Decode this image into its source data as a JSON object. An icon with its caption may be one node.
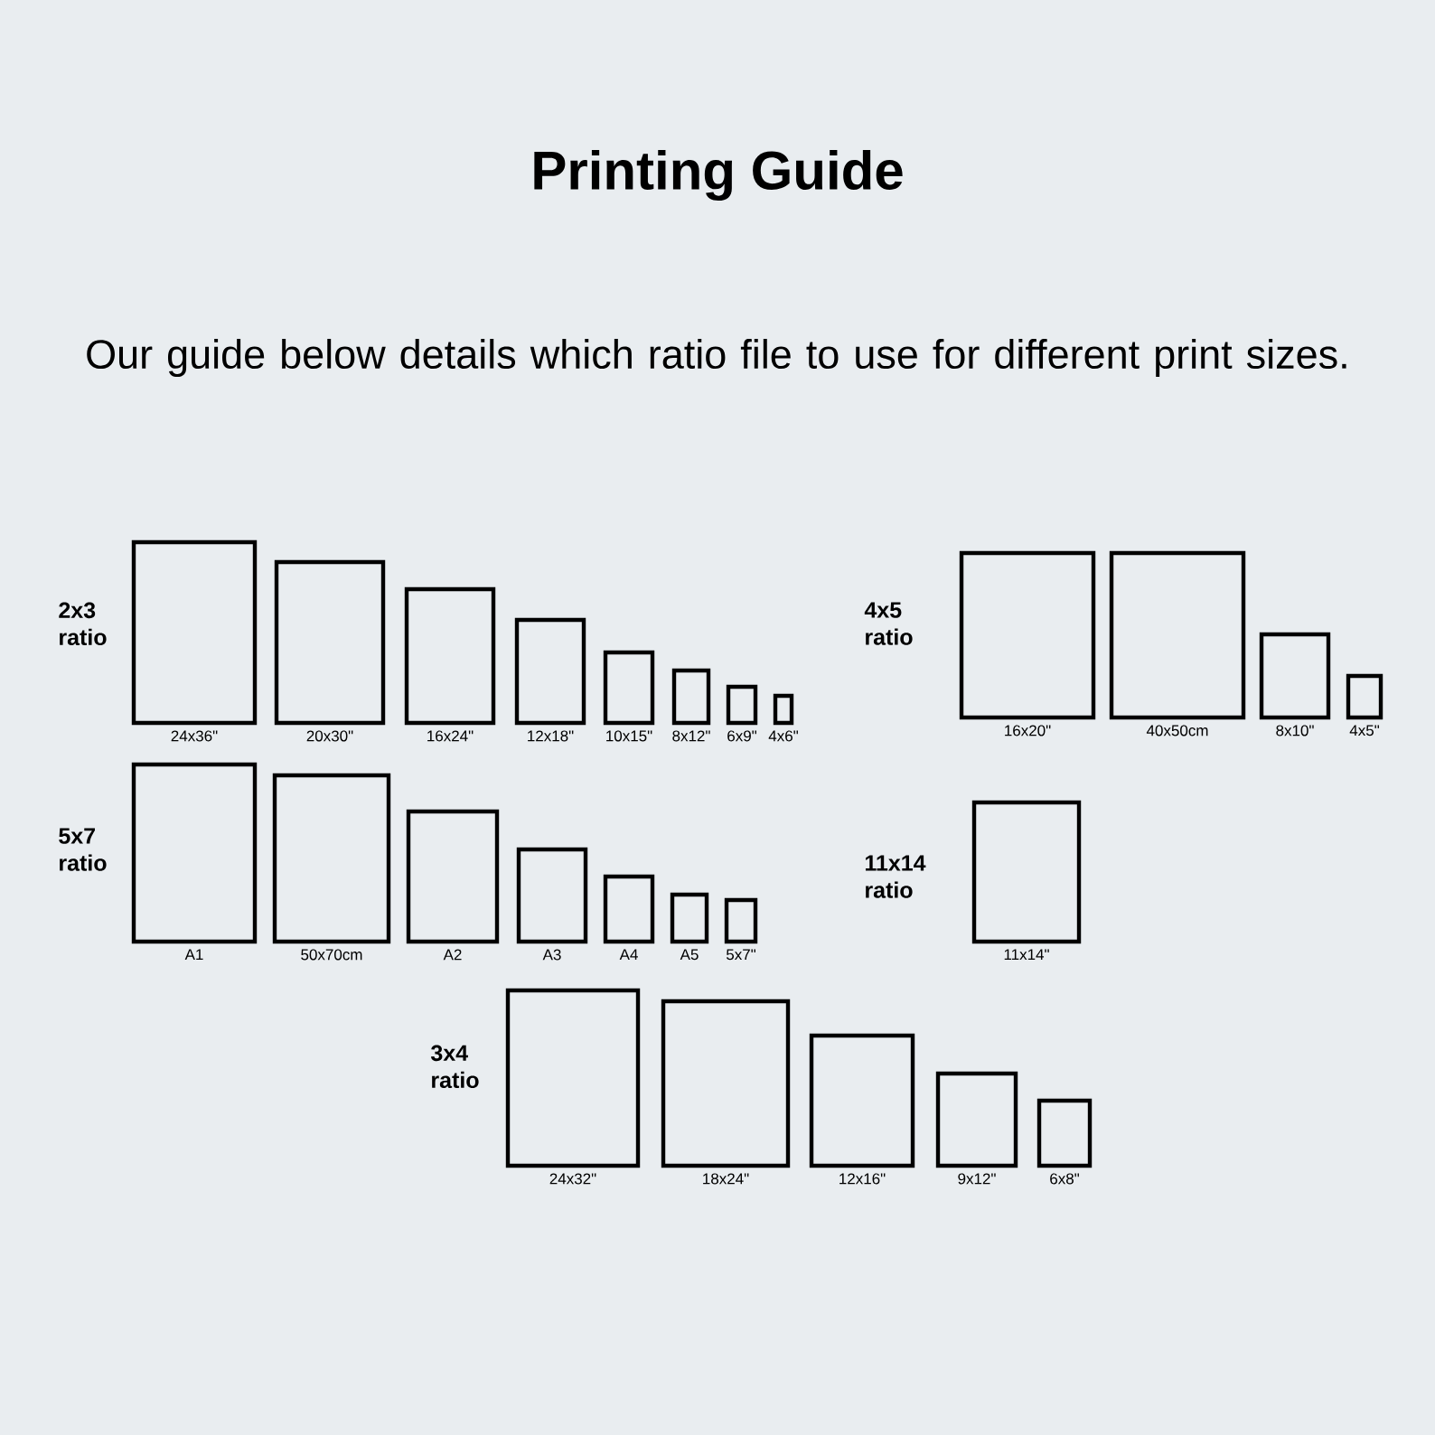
{
  "diagram": {
    "title": "Printing Guide",
    "nodes": [
      {
        "text": [],
        "shape": "box",
        "beside": [
          "24x36\""
        ]
      },
      {
        "text": [],
        "shape": "box",
        "beside": [
          "20x30\""
        ]
      },
      {
        "text": [],
        "shape": "box",
        "beside": [
          "16x24\""
        ]
      },
      {
        "text": [],
        "shape": "box",
        "beside": [
          "12x18\""
        ]
      },
      {
        "text": [],
        "shape": "box",
        "beside": [
          "10x15\""
        ]
      },
      {
        "text": [],
        "shape": "box",
        "beside": [
          "8x12\""
        ]
      },
      {
        "text": [],
        "shape": "box",
        "beside": [
          "6x9\""
        ]
      },
      {
        "text": [],
        "shape": "box",
        "beside": [
          "4x6\""
        ]
      },
      {
        "text": [],
        "shape": "box",
        "beside": [
          "16x20\""
        ]
      },
      {
        "text": [],
        "shape": "box",
        "beside": [
          "40x50cm"
        ]
      },
      {
        "text": [],
        "shape": "box",
        "beside": [
          "8x10\""
        ]
      },
      {
        "text": [],
        "shape": "box",
        "beside": [
          "4x5\""
        ]
      },
      {
        "text": [],
        "shape": "box",
        "beside": [
          "A1"
        ]
      },
      {
        "text": [],
        "shape": "box",
        "beside": [
          "50x70cm"
        ]
      },
      {
        "text": [],
        "shape": "box",
        "beside": [
          "A2"
        ]
      },
      {
        "text": [],
        "shape": "box",
        "beside": [
          "A3"
        ]
      },
      {
        "text": [],
        "shape": "box",
        "beside": [
          "A4"
        ]
      },
      {
        "text": [],
        "shape": "box",
        "beside": [
          "A5"
        ]
      },
      {
        "text": [],
        "shape": "box",
        "beside": [
          "5x7\""
        ]
      },
      {
        "text": [],
        "shape": "box",
        "beside": [
          "11x14\""
        ]
      },
      {
        "text": [],
        "shape": "box",
        "beside": [
          "24x32\""
        ]
      },
      {
        "text": [],
        "shape": "box",
        "beside": [
          "18x24\""
        ]
      },
      {
        "text": [],
        "shape": "box",
        "beside": [
          "12x16\""
        ]
      },
      {
        "text": [],
        "shape": "box",
        "beside": [
          "9x12\""
        ]
      },
      {
        "text": [],
        "shape": "box",
        "beside": [
          "6x8\""
        ]
      }
    ],
    "labels": [
      "Our guide below details which ratio file to use for different print sizes.",
      "2x3 ratio",
      "4x5 ratio",
      "5x7 ratio",
      "11x14 ratio",
      "3x4 ratio"
    ]
  }
}
